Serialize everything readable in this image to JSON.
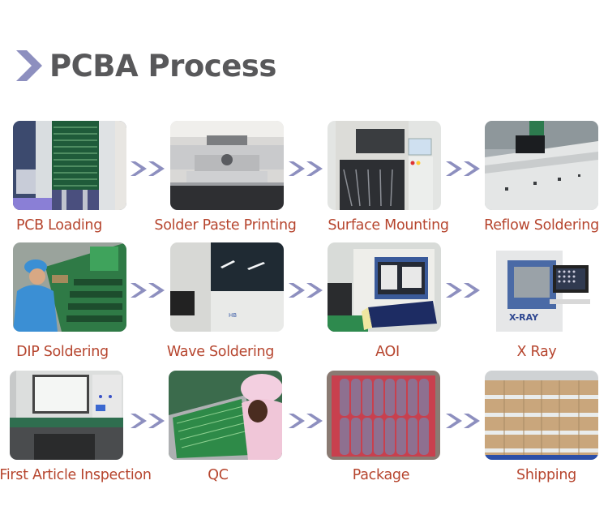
{
  "header": {
    "title": "PCBA Process",
    "icon": "chevron-right-icon",
    "title_color": "#58585a",
    "icon_color": "#8d8fbf"
  },
  "colors": {
    "label": "#b6452e",
    "arrow": "#8d8fbf"
  },
  "arrow_icon": "double-chevron-right-icon",
  "steps": [
    {
      "label": "PCB Loading",
      "image": "pcb-loading-photo"
    },
    {
      "label": "Solder Paste Printing",
      "image": "solder-paste-printing-photo"
    },
    {
      "label": "Surface Mounting",
      "image": "surface-mounting-photo"
    },
    {
      "label": "Reflow Soldering",
      "image": "reflow-soldering-photo"
    },
    {
      "label": "DIP Soldering",
      "image": "dip-soldering-photo"
    },
    {
      "label": "Wave Soldering",
      "image": "wave-soldering-photo"
    },
    {
      "label": "AOI",
      "image": "aoi-photo"
    },
    {
      "label": "X Ray",
      "image": "x-ray-photo"
    },
    {
      "label": "First Article Inspection",
      "image": "first-article-inspection-photo"
    },
    {
      "label": "QC",
      "image": "qc-photo"
    },
    {
      "label": "Package",
      "image": "package-photo"
    },
    {
      "label": "Shipping",
      "image": "shipping-photo"
    }
  ],
  "xray_sign": "X-RAY"
}
